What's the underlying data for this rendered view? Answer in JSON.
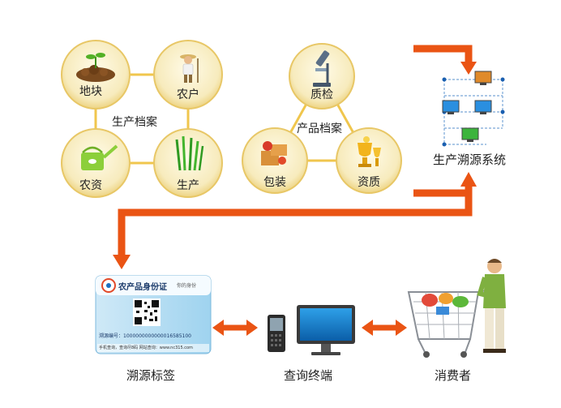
{
  "production_archive": {
    "title": "生产档案",
    "nodes": [
      "地块",
      "农户",
      "农资",
      "生产"
    ]
  },
  "product_archive": {
    "title": "产品档案",
    "nodes": [
      "质检",
      "包装",
      "资质"
    ]
  },
  "traceability_system": {
    "label": "生产溯源系统"
  },
  "trace_label": {
    "label": "溯源标签",
    "card": {
      "title": "农产品身份证",
      "subtitle": "你的身份",
      "code_text": "溯源编号：1000000000000016585100",
      "footer_text": "手机查询，查询尽8码 网站查询：www.nc315.com"
    }
  },
  "query_terminal": {
    "label": "查询终端"
  },
  "consumer": {
    "label": "消费者"
  },
  "colors": {
    "circle_fill": "#f6e9b8",
    "circle_stroke": "#e8c766",
    "connector": "#f0c64d",
    "arrow": "#ea5414",
    "screen_blue": "#1479c8"
  }
}
